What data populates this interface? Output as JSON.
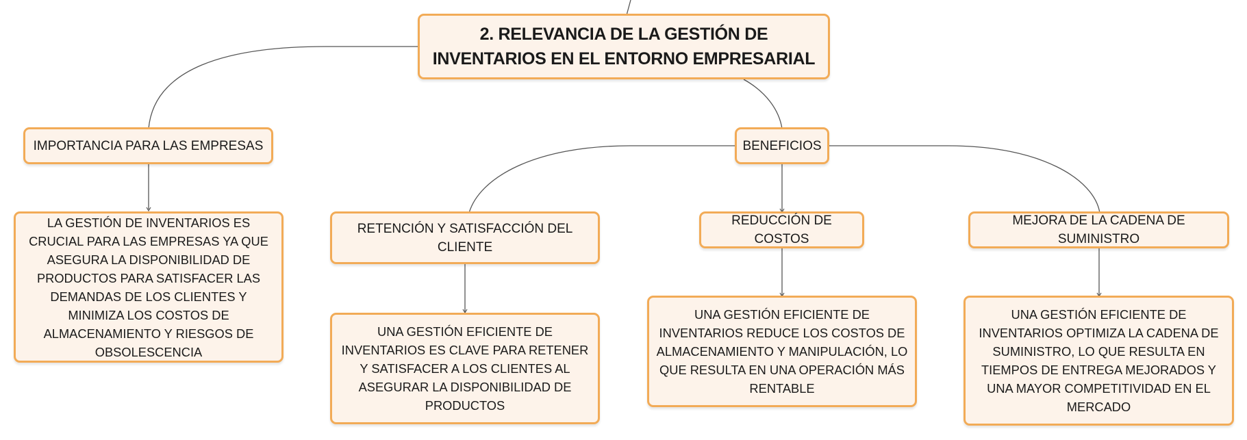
{
  "root": {
    "title": "2. RELEVANCIA DE LA GESTIÓN DE INVENTARIOS EN EL ENTORNO EMPRESARIAL"
  },
  "importancia": {
    "label": "IMPORTANCIA PARA LAS EMPRESAS",
    "detail": "LA GESTIÓN DE INVENTARIOS ES CRUCIAL PARA LAS EMPRESAS YA QUE ASEGURA LA DISPONIBILIDAD DE PRODUCTOS PARA SATISFACER LAS DEMANDAS DE LOS CLIENTES Y MINIMIZA LOS COSTOS DE ALMACENAMIENTO Y RIESGOS DE OBSOLESCENCIA"
  },
  "beneficios": {
    "label": "BENEFICIOS",
    "items": [
      {
        "label": "RETENCIÓN Y SATISFACCIÓN DEL CLIENTE",
        "detail": "UNA GESTIÓN EFICIENTE DE INVENTARIOS ES CLAVE PARA RETENER Y SATISFACER A LOS CLIENTES AL ASEGURAR LA DISPONIBILIDAD DE PRODUCTOS"
      },
      {
        "label": "REDUCCIÓN DE COSTOS",
        "detail": "UNA GESTIÓN EFICIENTE DE INVENTARIOS REDUCE LOS COSTOS DE ALMACENAMIENTO Y MANIPULACIÓN, LO QUE RESULTA EN UNA OPERACIÓN MÁS RENTABLE"
      },
      {
        "label": "MEJORA DE LA CADENA DE SUMINISTRO",
        "detail": "UNA GESTIÓN EFICIENTE DE INVENTARIOS OPTIMIZA LA CADENA DE SUMINISTRO, LO QUE RESULTA EN TIEMPOS DE ENTREGA MEJORADOS Y UNA MAYOR COMPETITIVIDAD EN EL MERCADO"
      }
    ]
  },
  "colors": {
    "node_border": "#f2ab57",
    "node_fill": "#fdf3ea",
    "connector": "#555555"
  }
}
